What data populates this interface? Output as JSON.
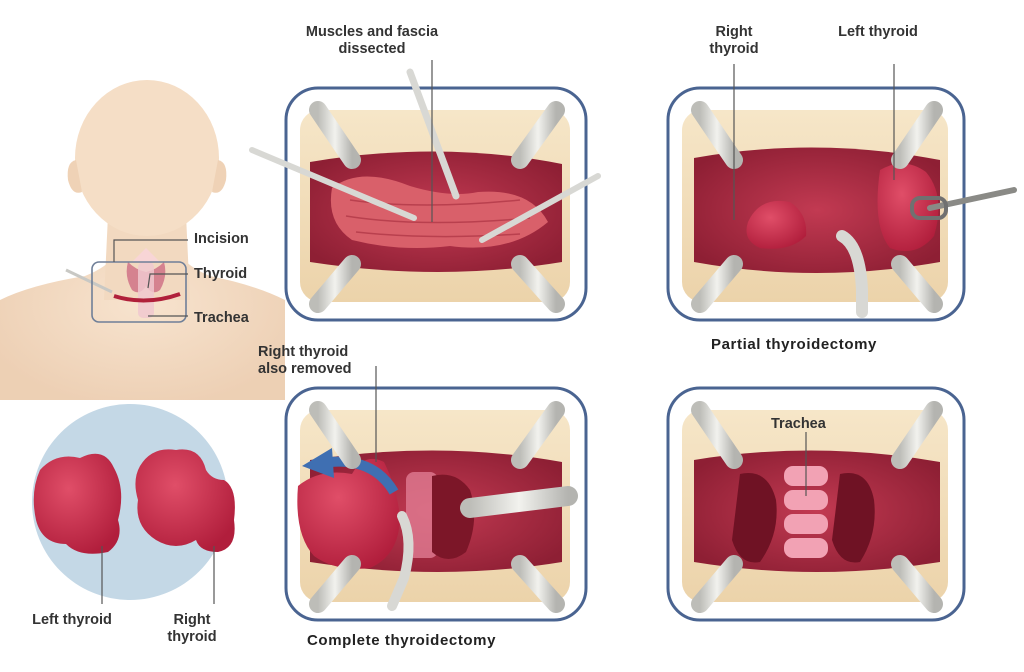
{
  "colors": {
    "frame_stroke": "#4a6491",
    "skin": "#f4dcc4",
    "tissue": "#c83850",
    "thyroid": "#c8284a",
    "circle_bg": "#c4d8e6",
    "arrow": "#3f6fb2",
    "retractor": "#dcdcd8"
  },
  "neck_figure": {
    "label_incision": "Incision",
    "label_thyroid": "Thyroid",
    "label_trachea": "Trachea"
  },
  "panel_top_center": {
    "label": "Muscles and fascia dissected"
  },
  "panel_top_right": {
    "label_right": "Right thyroid",
    "label_left": "Left thyroid",
    "caption": "Partial thyroidectomy"
  },
  "panel_bottom_center": {
    "label": "Right thyroid also removed",
    "caption": "Complete thyroidectomy"
  },
  "panel_bottom_right": {
    "label": "Trachea"
  },
  "removed_glands": {
    "label_left": "Left thyroid",
    "label_right": "Right thyroid"
  }
}
